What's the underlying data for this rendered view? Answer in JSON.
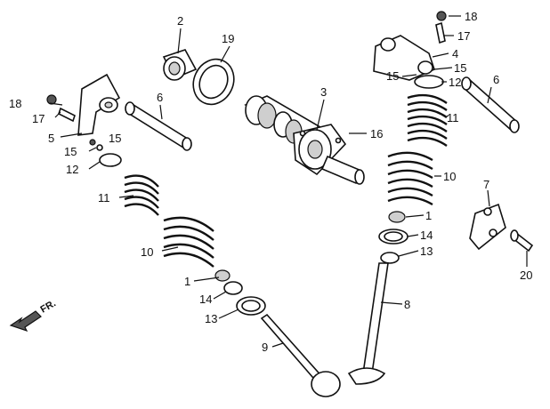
{
  "callouts": {
    "c1_left": "1",
    "c1_right": "1",
    "c2": "2",
    "c3": "3",
    "c4": "4",
    "c5": "5",
    "c6_left": "6",
    "c6_right": "6",
    "c7": "7",
    "c8": "8",
    "c9": "9",
    "c10_left": "10",
    "c10_right": "10",
    "c11_left": "11",
    "c11_right": "11",
    "c12_left": "12",
    "c12_right": "12",
    "c13_left": "13",
    "c13_right": "13",
    "c14_left": "14",
    "c14_right": "14",
    "c15_a": "15",
    "c15_b": "15",
    "c15_c": "15",
    "c15_d": "15",
    "c16": "16",
    "c17_left": "17",
    "c17_right": "17",
    "c18_left": "18",
    "c18_right": "18",
    "c19": "19",
    "c20": "20"
  },
  "direction_marker": "FR."
}
